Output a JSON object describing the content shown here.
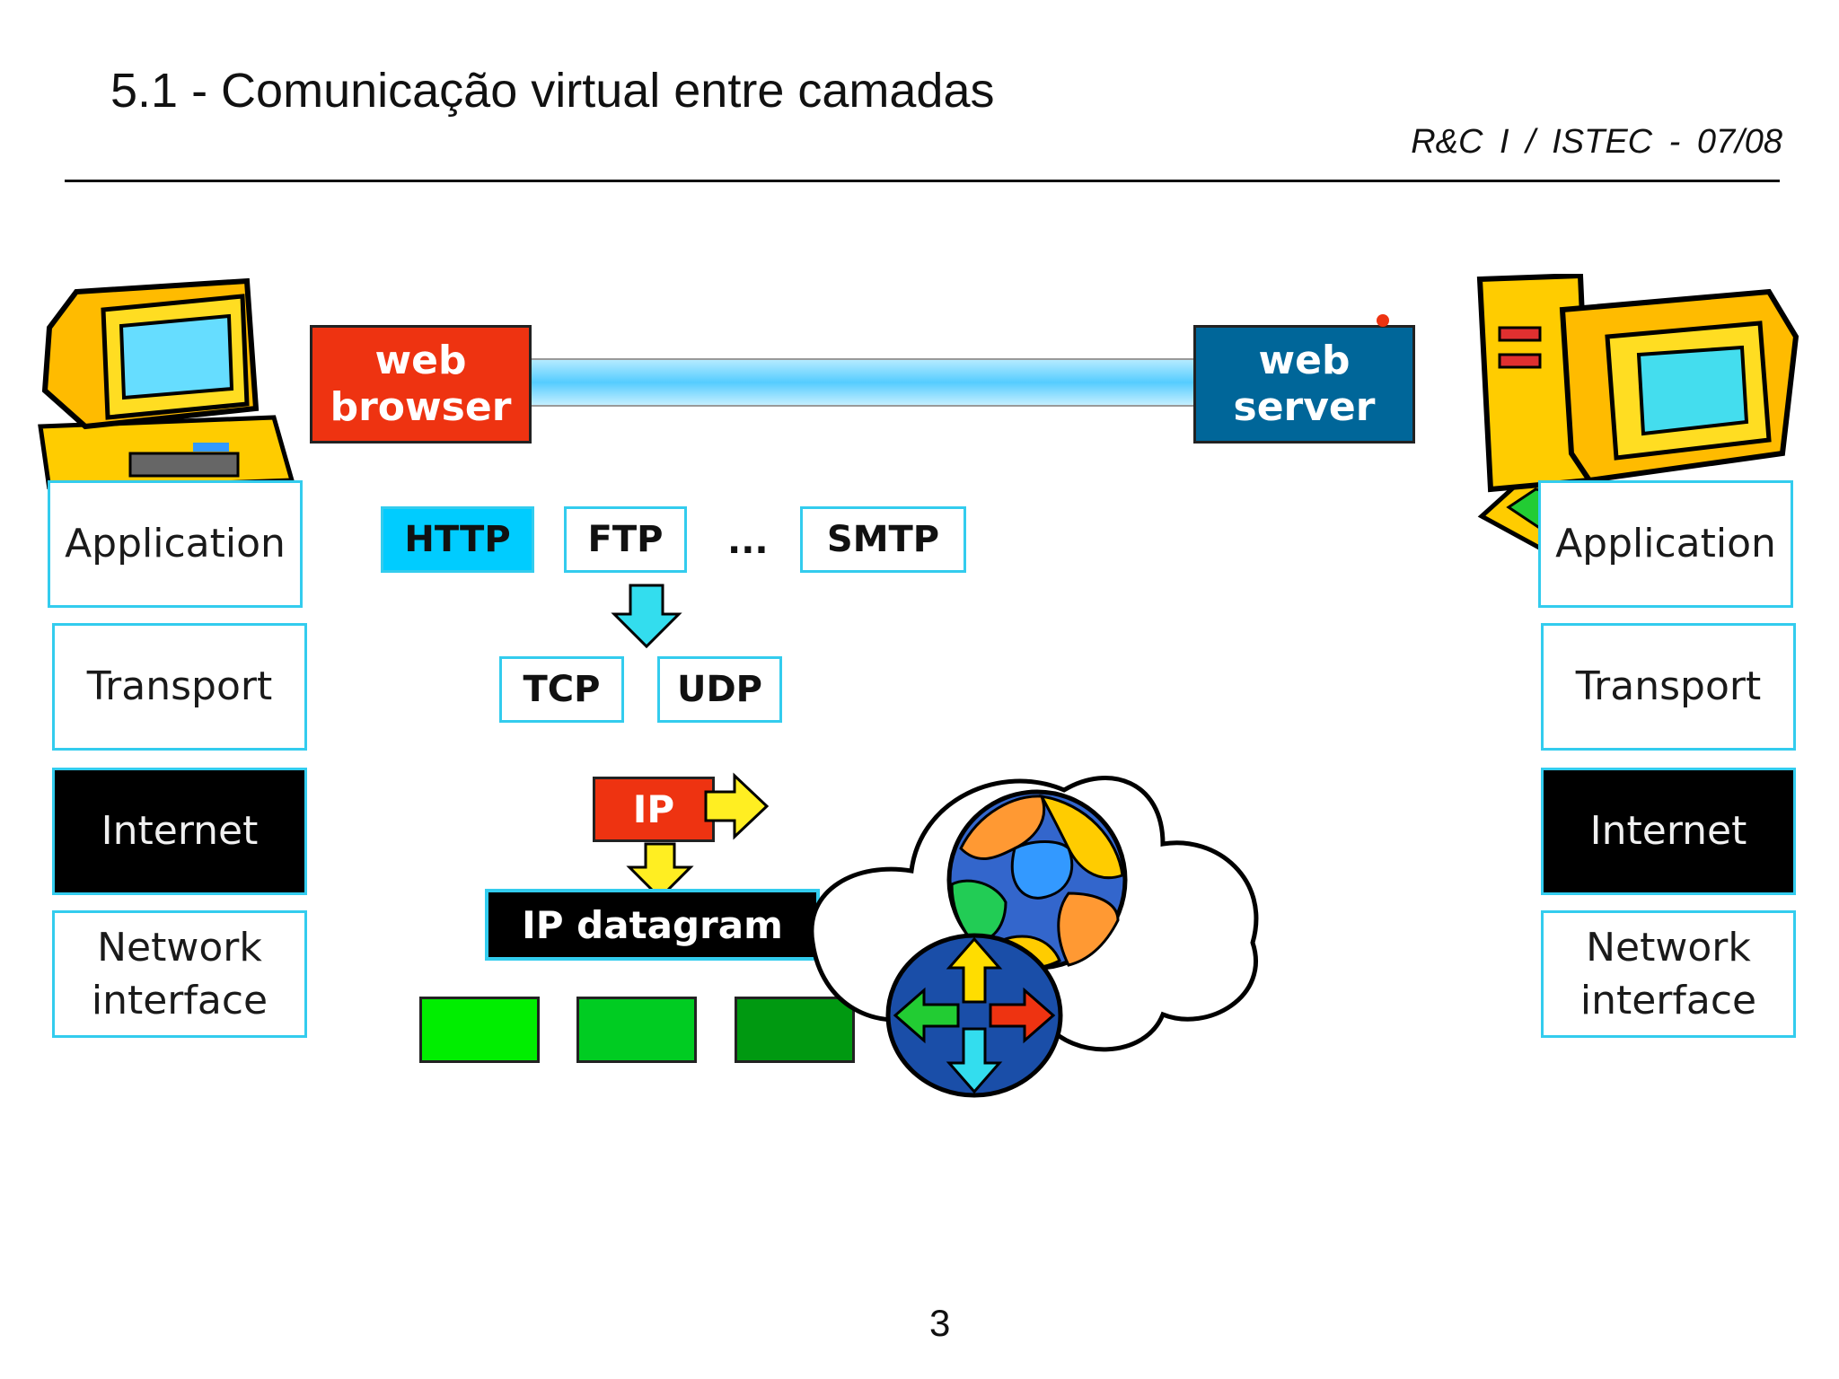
{
  "slide": {
    "title": "5.1 - Comunicação virtual entre camadas",
    "meta": "R&C I / ISTEC - 07/08",
    "page_number": "3"
  },
  "client_stack": {
    "layers": [
      "Application",
      "Transport",
      "Internet",
      "Network\ninterface"
    ]
  },
  "server_stack": {
    "layers": [
      "Application",
      "Transport",
      "Internet",
      "Network\ninterface"
    ]
  },
  "apps": {
    "browser": "web\nbrowser",
    "server": "web\nserver"
  },
  "protocols": {
    "application": [
      "HTTP",
      "FTP",
      "...",
      "SMTP"
    ],
    "transport": [
      "TCP",
      "UDP"
    ],
    "internet": "IP",
    "datagram": "IP datagram"
  },
  "colors": {
    "layer_border": "#33ccee",
    "browser": "#ee3311",
    "server": "#006699",
    "highlight": "#00ccff",
    "frames": [
      "#00ee00",
      "#00cc22",
      "#009911"
    ]
  }
}
